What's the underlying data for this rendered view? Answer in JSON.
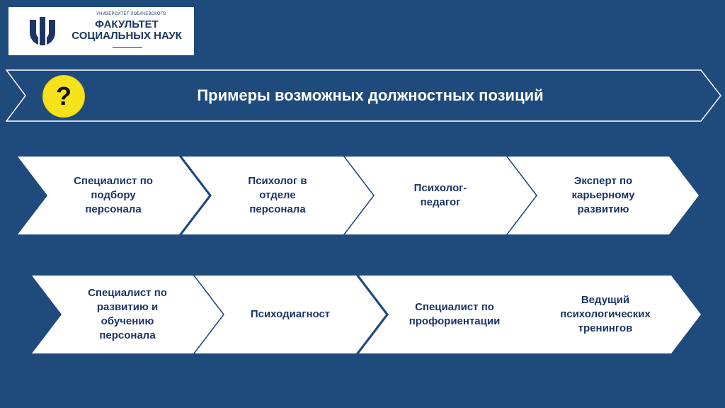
{
  "logo": {
    "university": "УНИВЕРСИТЕТ ЛОБАЧЕВСКОГО",
    "line1": "ФАКУЛЬТЕТ",
    "line2": "СОЦИАЛЬНЫХ НАУК"
  },
  "banner": {
    "icon": "question-icon",
    "symbol": "?",
    "title": "Примеры возможных должностных позиций"
  },
  "colors": {
    "background": "#1f4a7c",
    "badge": "#f5e11c",
    "text_dark": "#1c3564",
    "chevron_fill": "#ffffff"
  },
  "rows": [
    {
      "items": [
        "Специалист по\nподбору\nперсонала",
        "Психолог в\nотделе\nперсонала",
        "Психолог-\nпедагог",
        "Эксперт по\nкарьерному\nразвитию"
      ]
    },
    {
      "items": [
        "Специалист по\nразвитию и\nобучению\nперсонала",
        "Психодиагност",
        "Специалист по\nпрофориентации",
        "Ведущий\nпсихологических\nтренингов"
      ]
    }
  ]
}
